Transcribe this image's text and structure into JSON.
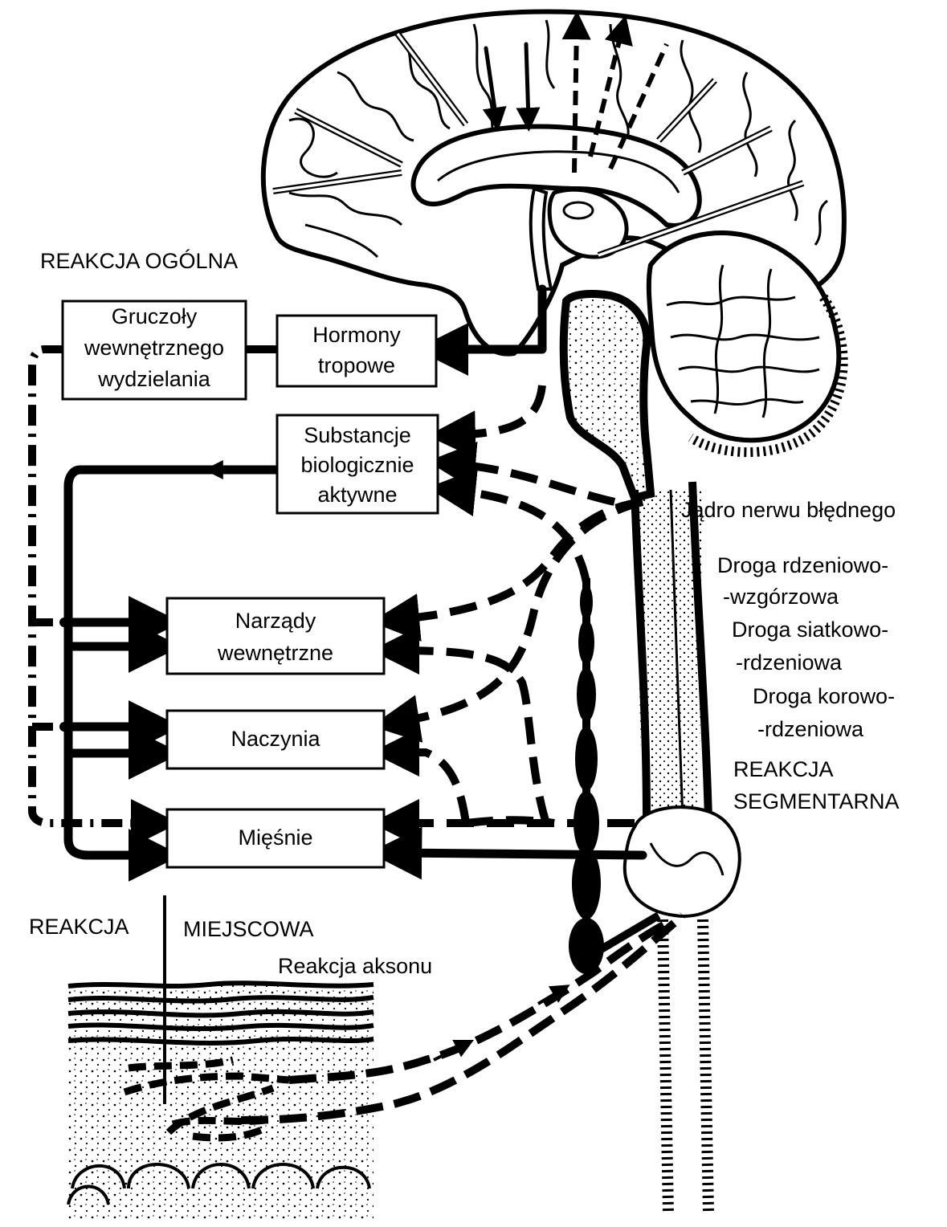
{
  "labels": {
    "reakcja_ogolna": "REAKCJA OGÓLNA",
    "gruczoly": [
      "Gruczoły",
      "wewnętrznego",
      "wydzielania"
    ],
    "hormony": [
      "Hormony",
      "tropowe"
    ],
    "substancje": [
      "Substancje",
      "biologicznie",
      "aktywne"
    ],
    "narzady": [
      "Narządy",
      "wewnętrzne"
    ],
    "naczynia": "Naczynia",
    "miesnie": "Mięśnie",
    "jadro": "Jądro nerwu błędnego",
    "droga1": [
      "Droga rdzeniowo-",
      "-wzgórzowa"
    ],
    "droga2": [
      "Droga siatkowo-",
      "-rdzeniowa"
    ],
    "droga3": [
      "Droga korowo-",
      "-rdzeniowa"
    ],
    "reakcja_segmentarna": [
      "REAKCJA",
      "SEGMENTARNA"
    ],
    "reakcja_miejscowa_left": "REAKCJA",
    "reakcja_miejscowa_right": "MIEJSCOWA",
    "reakcja_aksonu": "Reakcja aksonu"
  }
}
